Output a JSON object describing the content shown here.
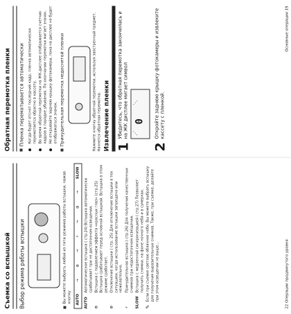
{
  "left_page": {
    "title": "Съемка со вспышкой",
    "subtitle": "Выбор режима работы вспышки",
    "intro": "Вы можете выбрать любой из пяти режимов работы вспышки, нажав кнопку",
    "mode_bar": {
      "items": [
        "AUTO",
        "⊙",
        "⚡",
        "⊙",
        "SLOW"
      ]
    },
    "modes": [
      {
        "sym": "AUTO",
        "text": "Автоматическое вспышка ( стр.24) Вспышка автоматически срабатывает при не достаточном освещении."
      },
      {
        "sym": "⊙",
        "text": "Вспышка с подавлением эффекта «красных глаз» (стр.25) Вспышка срабатывает перед основной вспышкой. Вспышка в этом режиме сработает."
      },
      {
        "sym": "⊘",
        "text": "Отключение вспышки ( стр. 25) Для отключения вспышки в тех ситуациях, когда использование вспышки запрещено или нежелательно."
      },
      {
        "sym": "⚡",
        "text": "Принудительная вспышка ( стр.26) Для получения качественных снимков при недостаточном освещении."
      },
      {
        "sym": "SLOW",
        "text": "Вспышка с медленной синхронизацией ( стр.27) Позволяет получить снимки, на фоне ночного неба и в сумерках."
      }
    ],
    "note": "Если при съемке светлое облачное небо. Вы можете выбрать вспышку для получения выразительных снимков. Также, при съемке, делайте при этом освещении не выше..."
  },
  "right_page": {
    "title": "Обратная перемотка пленки",
    "subtitle": "Пленка перематывается автоматически",
    "items": [
      "Когда будет отснят последний кадр, пленка автоматически перемотается обратно в кассету.",
      "Во время обратной перемотки на ЖК-дисплее отображается счетчик кадров в порядке убывания. По окончании перемотки мигает значок.",
      "Не открывайте заднюю крышку фотокамеры, пока на дисплее не будет отображаться значок."
    ],
    "subtitle2": "Принудительная перемотка недоснятой пленки",
    "rewind_text": "Нажмите кнопку обратной перемотки, используя заостренный предмет. Начнется обратная перемотка.",
    "section2": "Извлечение пленки",
    "steps": [
      {
        "num": "1",
        "text": "Убедитесь, что обратная перемотка закончилась и на ЖК дисплее мигает символ"
      },
      {
        "num": "2",
        "text": "Откройте заднюю крышку фотокамеры и извлеките кассету с пленкой."
      }
    ],
    "lcd_symbol": "0"
  },
  "footer": {
    "left": "22  Операции продвинутого уровня",
    "right": "Основные операции  19"
  }
}
